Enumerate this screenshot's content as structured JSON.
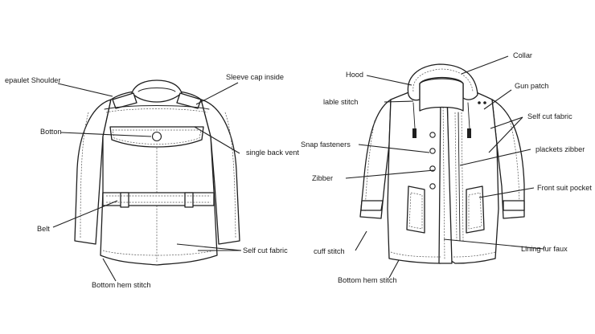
{
  "left_labels": {
    "epaulet": "epaulet Shoulder",
    "sleeve_cap": "Sleeve cap inside",
    "botton": "Botton",
    "back_vent": "single back vent",
    "belt": "Belt",
    "self_cut": "Self cut fabric",
    "bottom_hem": "Bottom hem stitch"
  },
  "right_labels": {
    "collar": "Collar",
    "hood": "Hood",
    "gun_patch": "Gun patch",
    "lable_stitch": "lable stitch",
    "self_cut": "Self cut fabric",
    "snap": "Snap fasteners",
    "plackets": "plackets zibber",
    "zibber": "Zibber",
    "front_pocket": "Front suit pocket",
    "cuff": "cuff stitch",
    "lining": "Lining fur faux",
    "bottom_hem": "Bottom hem stitch"
  }
}
